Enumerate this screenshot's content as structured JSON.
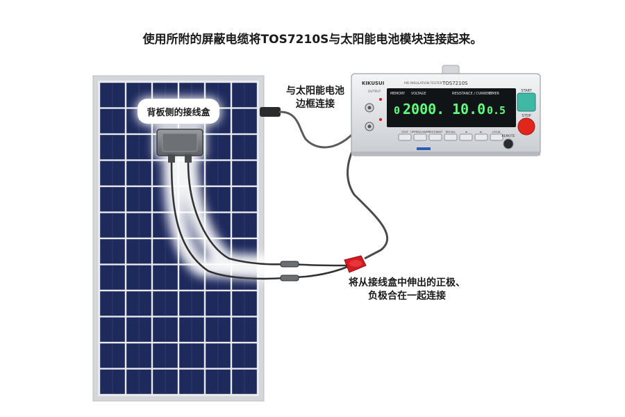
{
  "caption": "使用所附的屏蔽电缆将TOS7210S与太阳能电池模块连接起来。",
  "labels": {
    "junction_box": "背板侧的接线盒",
    "frame_line1": "与太阳能电池",
    "frame_line2": "边框连接",
    "connect_line1": "将从接线盒中伸出的正极、",
    "connect_line2": "负极合在一起连接"
  },
  "device": {
    "brand": "KIKUSUI",
    "subtitle": "PID INSULATION TESTER",
    "model": "TOS7210S",
    "voltage_value": "2000.",
    "resistance_value": "10.0",
    "timer_value": "0.5",
    "head_memory": "MEMORY",
    "head_voltage": "VOLTAGE",
    "head_resistance": "RESISTANCE / CURRENT",
    "head_timer": "TIMER",
    "start_label": "START",
    "stop_label": "STOP",
    "remote_label": "REMOTE",
    "output_label": "OUTPUT",
    "buttons": [
      "VOLT",
      "UPPER/LOWER",
      "TEST/WAIT",
      "RECALL",
      "◄",
      "►",
      "LOCAL"
    ]
  },
  "colors": {
    "panel_cell": "#1e2a5c",
    "panel_frame": "#d4d6da",
    "cable": "#3a3a3a",
    "connector_red": "#d8191f",
    "lcd_green": "#5cff7a",
    "start_button": "#3fb8a6",
    "stop_button": "#e3261c"
  }
}
